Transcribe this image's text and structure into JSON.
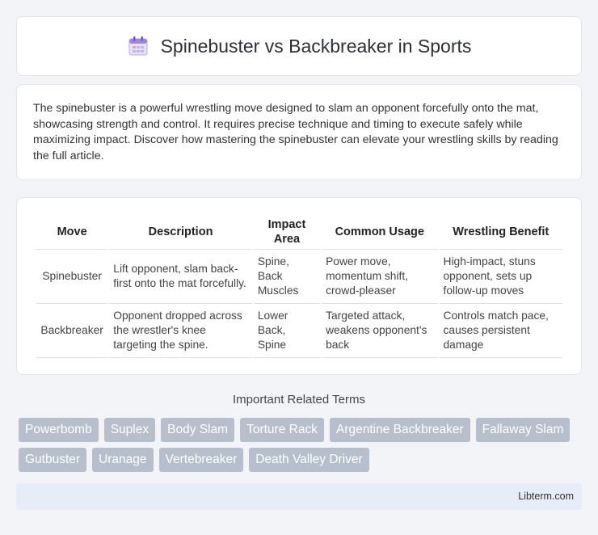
{
  "header": {
    "title": "Spinebuster vs Backbreaker in Sports",
    "icon": "calendar-icon"
  },
  "intro": {
    "text": "The spinebuster is a powerful wrestling move designed to slam an opponent forcefully onto the mat, showcasing strength and control. It requires precise technique and timing to execute safely while maximizing impact. Discover how mastering the spinebuster can elevate your wrestling skills by reading the full article."
  },
  "table": {
    "headers": [
      "Move",
      "Description",
      "Impact Area",
      "Common Usage",
      "Wrestling Benefit"
    ],
    "rows": [
      [
        "Spinebuster",
        "Lift opponent, slam back-first onto the mat forcefully.",
        "Spine, Back Muscles",
        "Power move, momentum shift, crowd-pleaser",
        "High-impact, stuns opponent, sets up follow-up moves"
      ],
      [
        "Backbreaker",
        "Opponent dropped across the wrestler's knee targeting the spine.",
        "Lower Back, Spine",
        "Targeted attack, weakens opponent's back",
        "Controls match pace, causes persistent damage"
      ]
    ]
  },
  "related": {
    "title": "Important Related Terms",
    "tags": [
      "Powerbomb",
      "Suplex",
      "Body Slam",
      "Torture Rack",
      "Argentine Backbreaker",
      "Fallaway Slam",
      "Gutbuster",
      "Uranage",
      "Vertebreaker",
      "Death Valley Driver"
    ]
  },
  "footer": {
    "text": "Libterm.com"
  }
}
